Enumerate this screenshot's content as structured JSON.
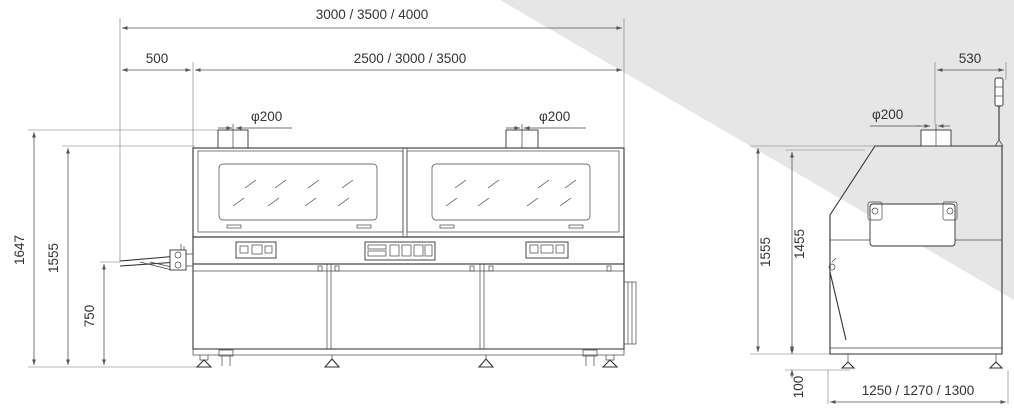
{
  "front_view": {
    "overall_length": "3000 / 3500 / 4000",
    "conveyor_length": "500",
    "chamber_length": "2500 / 3000 / 3500",
    "exhaust_left_diameter": "φ200",
    "exhaust_right_diameter": "φ200",
    "overall_height": "1647",
    "body_height": "1555",
    "conveyor_height": "750"
  },
  "side_view": {
    "exhaust_offset": "530",
    "exhaust_diameter": "φ200",
    "overall_height": "1555",
    "body_height": "1455",
    "foot_clearance": "100",
    "overall_depth": "1250 / 1270 / 1300"
  },
  "colors": {
    "background": "#ffffff",
    "watermark": "#e6e6e6",
    "line": "#333333"
  }
}
